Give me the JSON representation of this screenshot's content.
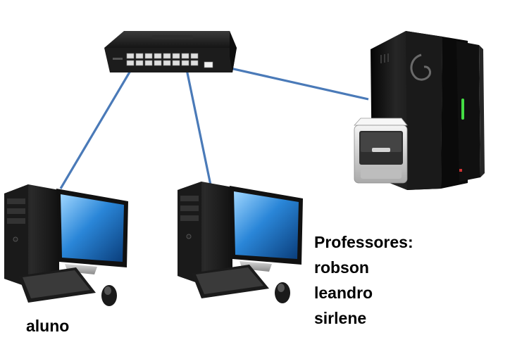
{
  "colors": {
    "cable": "#4a7ab8",
    "text": "#000000",
    "device_dark": "#1b1b1b",
    "screen_blue": "#2a86d8",
    "led_green": "#44dd44"
  },
  "icons": {
    "switch": "network-switch-icon",
    "server": "server-tower-icon",
    "storage": "file-cabinet-drawer-icon",
    "computer": "desktop-computer-icon"
  },
  "nodes": {
    "student_pc": {
      "label": "aluno"
    },
    "teacher_pc": {
      "heading": "Professores:",
      "users": [
        "robson",
        "leandro",
        "sirlene"
      ]
    }
  }
}
